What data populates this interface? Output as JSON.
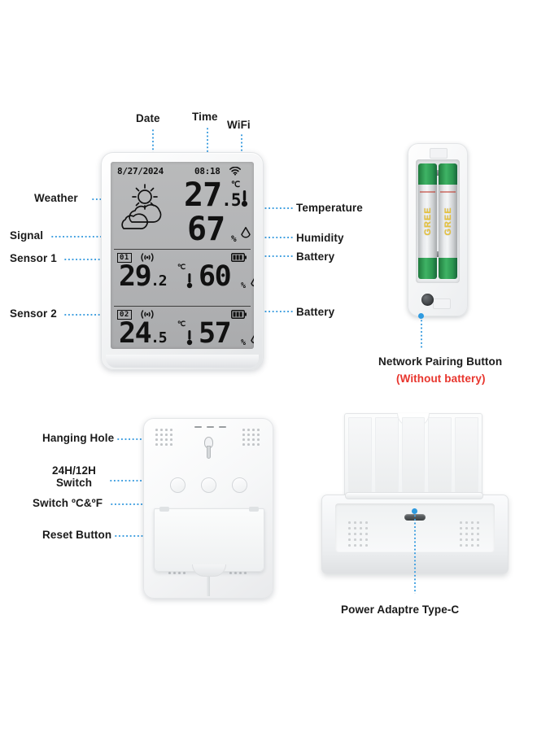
{
  "device_front": {
    "lcd": {
      "date": "8/27/2024",
      "time": "08:18",
      "indoor": {
        "temp_int": "27",
        "temp_dec": ".5",
        "temp_unit": "℃",
        "humidity": "67",
        "humidity_unit": "%"
      },
      "sensors": [
        {
          "id": "01",
          "temp_int": "29",
          "temp_dec": ".2",
          "temp_unit": "℃",
          "humidity": "60",
          "humidity_unit": "%"
        },
        {
          "id": "02",
          "temp_int": "24",
          "temp_dec": ".5",
          "temp_unit": "℃",
          "humidity": "57",
          "humidity_unit": "%"
        }
      ]
    }
  },
  "callouts": {
    "date": "Date",
    "time": "Time",
    "wifi": "WiFi",
    "weather": "Weather",
    "signal": "Signal",
    "sensor1": "Sensor 1",
    "sensor2": "Sensor 2",
    "temperature": "Temperature",
    "humidity": "Humidity",
    "battery1": "Battery",
    "battery2": "Battery",
    "network_pairing_button": "Network Pairing Button",
    "without_battery": "(Without battery)",
    "hanging_hole": "Hanging Hole",
    "switch_24h_12h": "24H/12H Switch",
    "switch_c_f": "Switch ºC&ºF",
    "reset_button": "Reset Button",
    "power_adapter": "Power Adaptre Type-C"
  },
  "battery_compartment": {
    "battery_brand": "GREE",
    "battery_count": 2
  },
  "colors": {
    "callout_line": "#3f9fe0",
    "callout_dot": "#2e9ae0",
    "label_text": "#1b1b1b",
    "warning_text": "#e8352d",
    "lcd_background": "#b4b5b7",
    "lcd_digits": "#111111",
    "battery_green": "#2b9650",
    "battery_brand_yellow": "#e8c33a"
  }
}
